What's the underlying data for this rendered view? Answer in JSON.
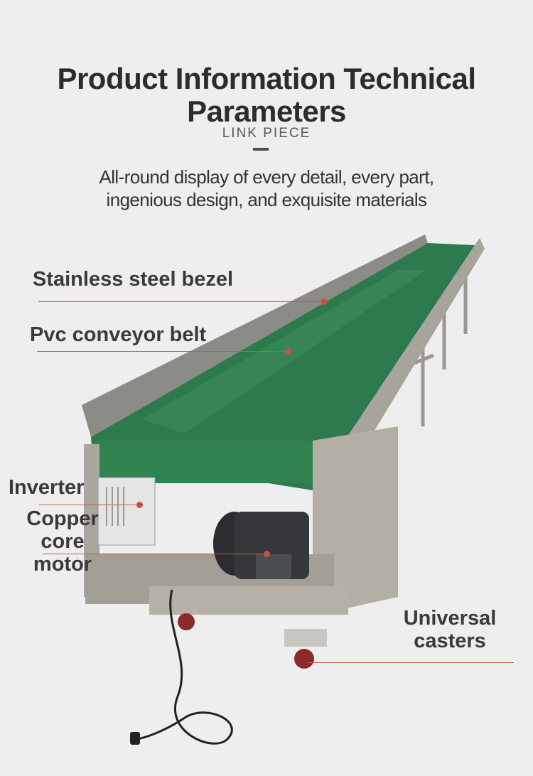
{
  "header": {
    "title_line1": "Product Information Technical",
    "title_line2": "Parameters",
    "subtitle": "LINK PIECE",
    "description_line1": "All-round display of every detail, every part,",
    "description_line2": "ingenious design, and exquisite materials"
  },
  "callouts": [
    {
      "label": "Stainless steel bezel"
    },
    {
      "label": "Pvc conveyor belt"
    },
    {
      "label": "Inverter"
    },
    {
      "label_line1": "Copper core",
      "label_line2": "motor"
    },
    {
      "label_line1": "Universal",
      "label_line2": "casters"
    }
  ],
  "colors": {
    "background": "#eeeeee",
    "title": "#2a2c2e",
    "callout_line": "#c65a45",
    "belt_green": "#2e7a4f"
  }
}
